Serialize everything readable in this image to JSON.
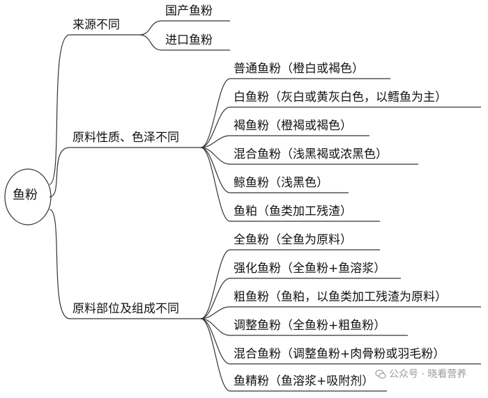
{
  "root": {
    "label": "鱼粉"
  },
  "branches": [
    {
      "label": "来源不同",
      "children": [
        "国产鱼粉",
        "进口鱼粉"
      ]
    },
    {
      "label": "原料性质、色泽不同",
      "children": [
        "普通鱼粉（橙白或褐色）",
        "白鱼粉（灰白或黄灰白色，以鳕鱼为主）",
        "褐鱼粉（橙褐或褐色）",
        "混合鱼粉（浅黑褐或浓黑色）",
        "鲸鱼粉（浅黑色）",
        "鱼粕（鱼类加工残渣）"
      ]
    },
    {
      "label": "原料部位及组成不同",
      "children": [
        "全鱼粉（全鱼为原料）",
        "强化鱼粉（全鱼粉+鱼溶浆）",
        "粗鱼粉（鱼粕，以鱼类加工残渣为原料）",
        "调整鱼粉（全鱼粉+粗鱼粉）",
        "混合鱼粉（调整鱼粉+肉骨粉或羽毛粉）",
        "鱼精粉（鱼溶浆+吸附剂）"
      ]
    }
  ],
  "watermark": {
    "icon": "wechat-icon",
    "text": "公众号 · 晓看营养"
  }
}
